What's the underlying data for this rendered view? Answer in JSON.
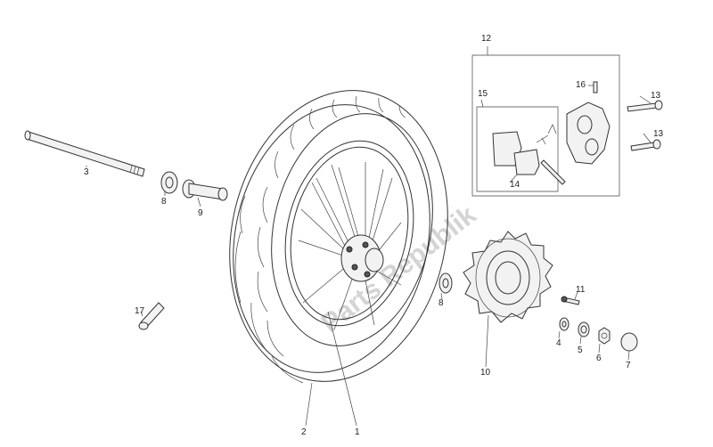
{
  "watermark": "Parts Republik",
  "callouts": [
    {
      "id": "c1",
      "label": "1"
    },
    {
      "id": "c2",
      "label": "2"
    },
    {
      "id": "c3",
      "label": "3"
    },
    {
      "id": "c4",
      "label": "4"
    },
    {
      "id": "c5",
      "label": "5"
    },
    {
      "id": "c6",
      "label": "6"
    },
    {
      "id": "c7",
      "label": "7"
    },
    {
      "id": "c8a",
      "label": "8"
    },
    {
      "id": "c8b",
      "label": "8"
    },
    {
      "id": "c9",
      "label": "9"
    },
    {
      "id": "c10",
      "label": "10"
    },
    {
      "id": "c11",
      "label": "11"
    },
    {
      "id": "c12",
      "label": "12"
    },
    {
      "id": "c13a",
      "label": "13"
    },
    {
      "id": "c13b",
      "label": "13"
    },
    {
      "id": "c14",
      "label": "14"
    },
    {
      "id": "c15",
      "label": "15"
    },
    {
      "id": "c16",
      "label": "16"
    },
    {
      "id": "c17",
      "label": "17"
    }
  ],
  "colors": {
    "line": "#333333",
    "watermark": "#d4d4d4",
    "background": "#ffffff"
  }
}
